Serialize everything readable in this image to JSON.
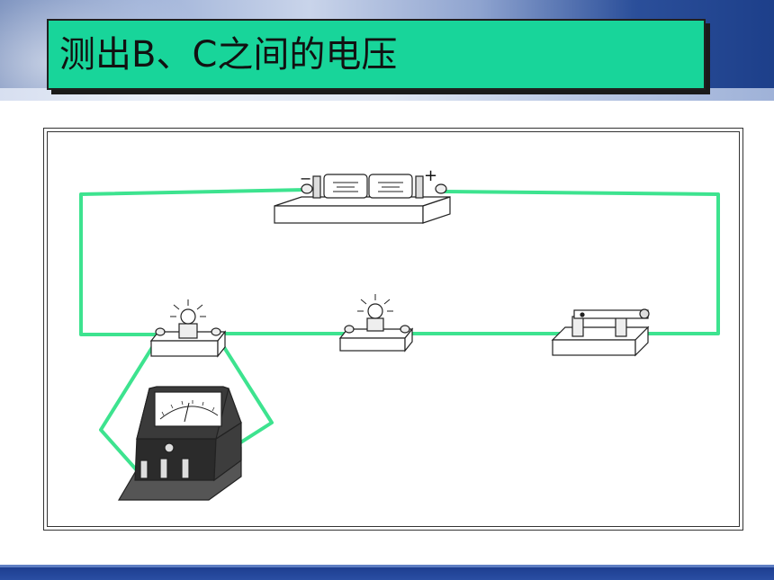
{
  "slide": {
    "title": "测出B、C之间的电压"
  },
  "colors": {
    "title_background": "#18d59a",
    "wire": "#3de38f",
    "band_dark": "#1b3b8c"
  },
  "diagram": {
    "components": [
      "battery-holder",
      "lamp-left",
      "lamp-middle",
      "switch",
      "voltmeter"
    ],
    "battery": {
      "minus_sign": "−",
      "plus_sign": "+"
    }
  }
}
